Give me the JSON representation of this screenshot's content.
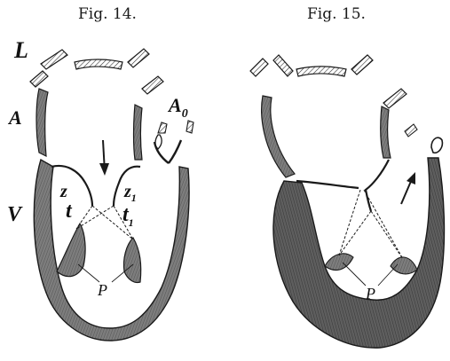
{
  "figure14": {
    "title": "Fig. 14.",
    "labels": {
      "L": "L",
      "A": "A",
      "Ao": "A",
      "Ao_sub": "0",
      "V": "V",
      "z_left": "z",
      "z_right": "z",
      "z_right_sub": "1",
      "t_left": "t",
      "t_right": "t",
      "t_right_sub": "1",
      "P": "P"
    },
    "arrow_direction": "down"
  },
  "figure15": {
    "title": "Fig. 15.",
    "labels": {
      "P": "P"
    },
    "arrow_direction": "up-right"
  },
  "colors": {
    "ink": "#1a1a1a",
    "wall_fill": "#9a9a9a",
    "wall_fill_dark": "#6e6e6e",
    "background": "#ffffff"
  }
}
